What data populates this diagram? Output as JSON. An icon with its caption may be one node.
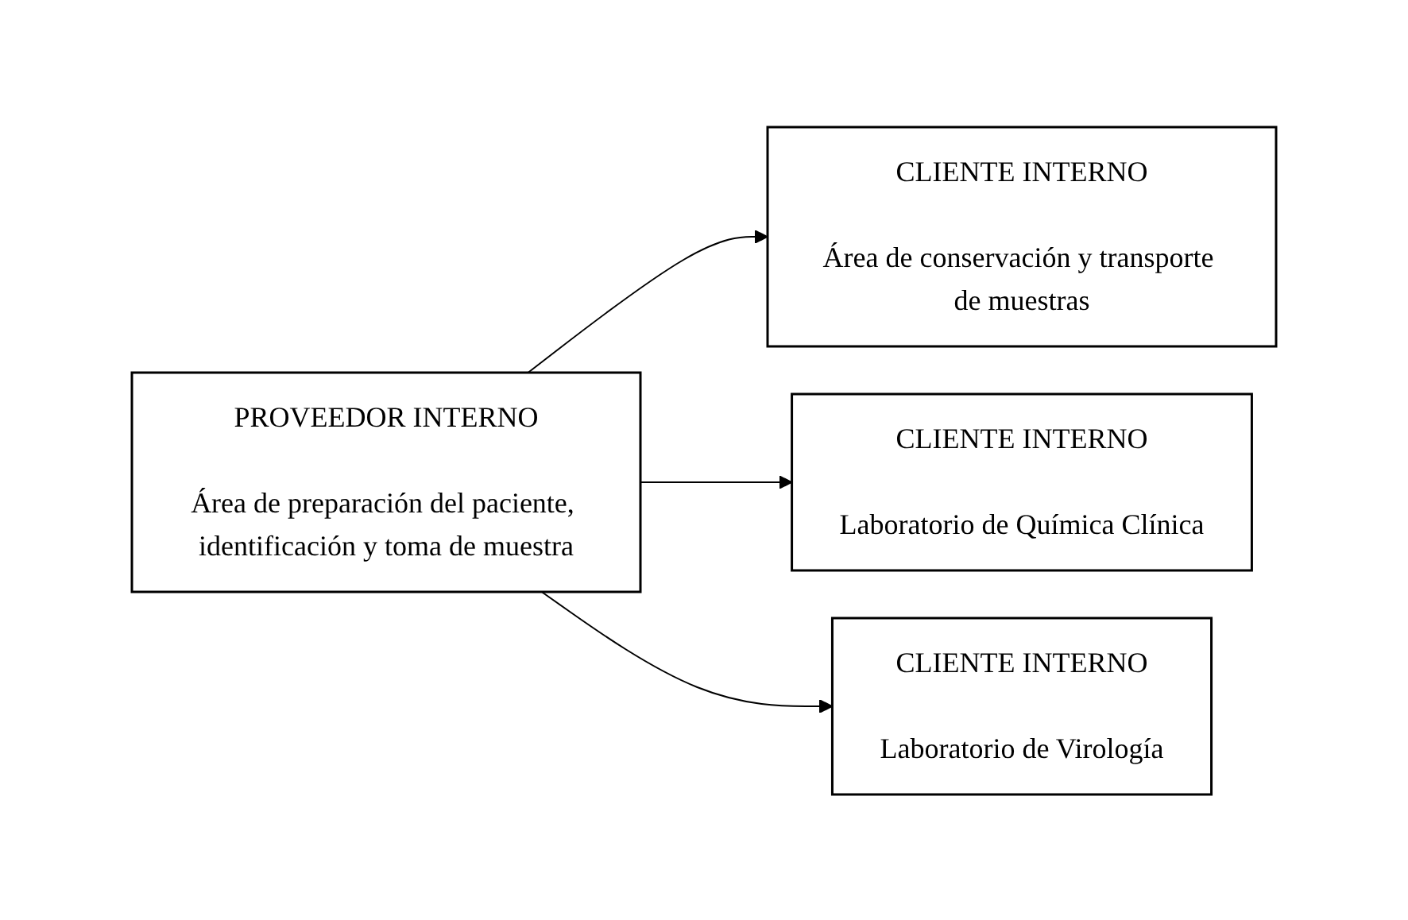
{
  "diagram": {
    "nodes": [
      {
        "text": [
          "PROVEEDOR INTERNO",
          "Área de preparación del paciente, identificación y toma de muestra"
        ]
      },
      {
        "text": [
          "CLIENTE INTERNO",
          "Área de conservación y transporte de muestras"
        ]
      },
      {
        "text": [
          "CLIENTE INTERNO",
          "Laboratorio de Química Clínica"
        ]
      },
      {
        "text": [
          "CLIENTE INTERNO",
          "Laboratorio de Virología"
        ]
      }
    ],
    "edges": [
      {
        "from": 0,
        "to": 1,
        "arrow": "to"
      },
      {
        "from": 0,
        "to": 2,
        "arrow": "to"
      },
      {
        "from": 0,
        "to": 3,
        "arrow": "to"
      }
    ]
  }
}
